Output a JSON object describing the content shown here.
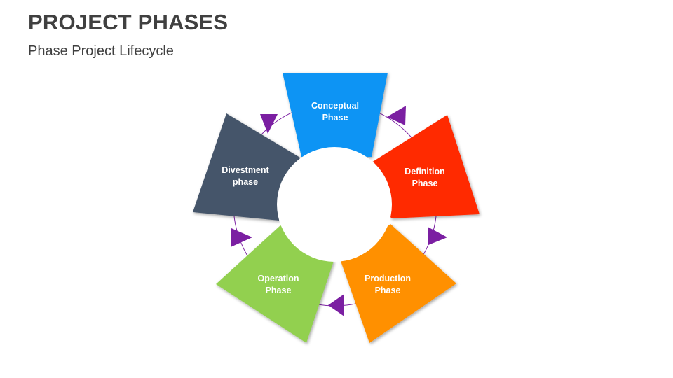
{
  "header": {
    "title": "PROJECT PHASES",
    "subtitle": "Phase Project Lifecycle"
  },
  "phases": [
    {
      "line1": "Conceptual",
      "line2": "Phase",
      "color": "#0A94F4"
    },
    {
      "line1": "Definition",
      "line2": "Phase",
      "color": "#FF2A00"
    },
    {
      "line1": "Production",
      "line2": "Phase",
      "color": "#FF9000"
    },
    {
      "line1": "Operation",
      "line2": "Phase",
      "color": "#92D050"
    },
    {
      "line1": "Divestment",
      "line2": "phase",
      "color": "#44546A"
    }
  ],
  "colors": {
    "arrow": "#7B1FA2",
    "ring": "#7B1FA2",
    "text": "#404040"
  },
  "icons": [
    "cycle-arrow-icon"
  ]
}
